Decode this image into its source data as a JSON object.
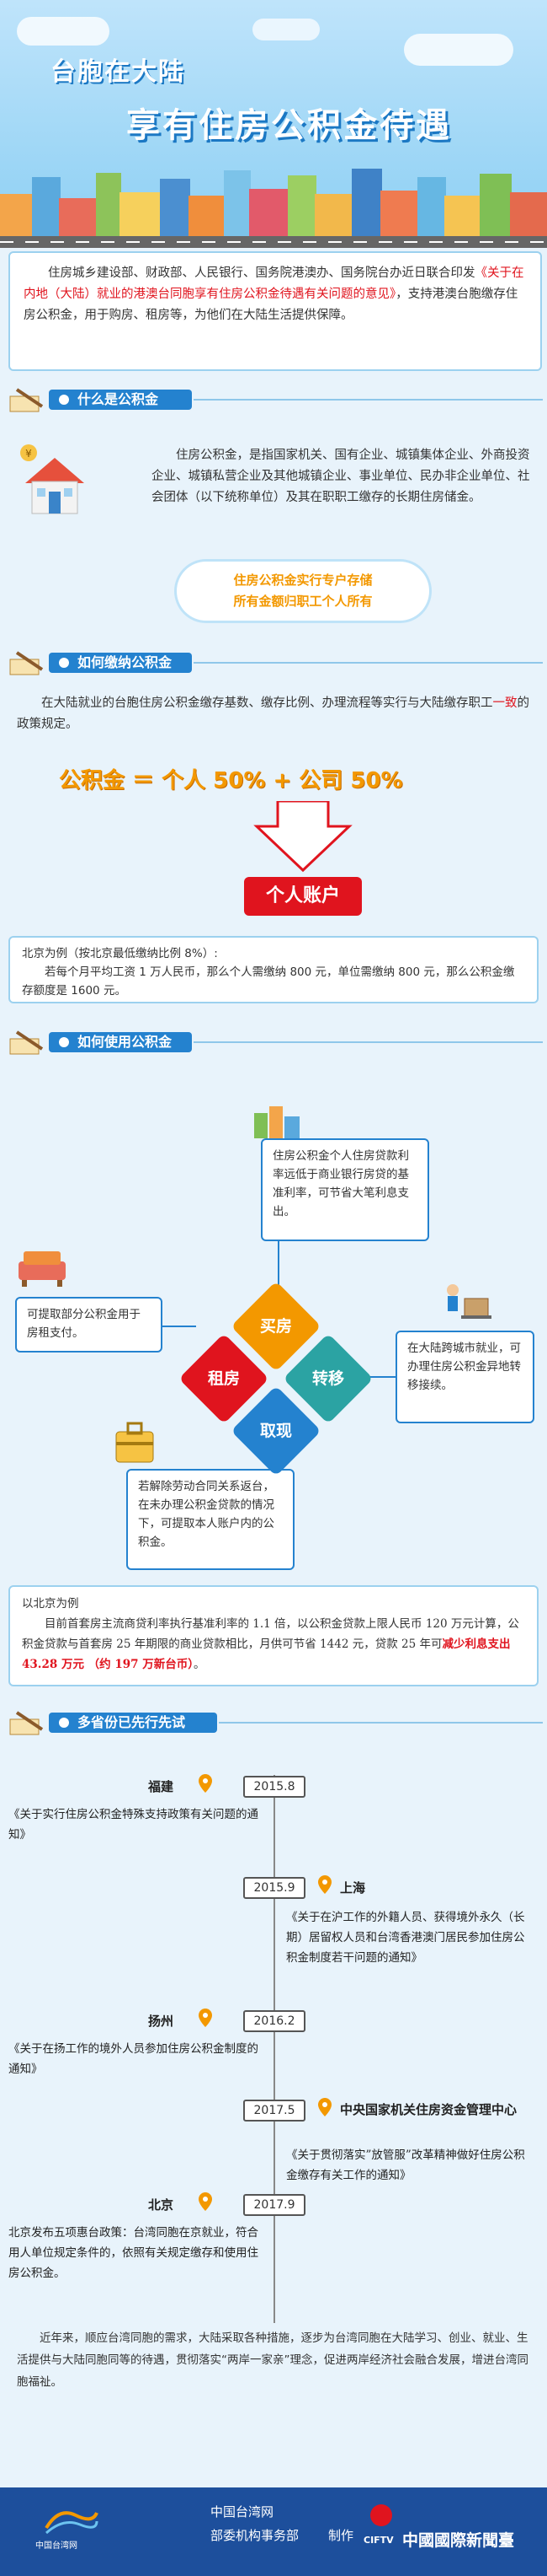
{
  "banner": {
    "title_line1": "台胞在大陆",
    "title_line2": "享有住房公积金待遇"
  },
  "intro": {
    "part1": "住房城乡建设部、财政部、人民银行、国务院港澳办、国务院台办近日联合印发",
    "part2": "《关于在内地（大陆）就业的港澳台同胞享有住房公积金待遇有关问题的意见》",
    "part3": "，支持港澳台胞缴存住房公积金，用于购房、租房等，为他们在大陆生活提供保障。"
  },
  "sec1": {
    "header": "什么是公积金",
    "body": "住房公积金，是指国家机关、国有企业、城镇集体企业、外商投资企业、城镇私营企业及其他城镇企业、事业单位、民办非企业单位、社会团体（以下统称单位）及其在职职工缴存的长期住房储金。",
    "highlight1": "住房公积金实行专户存储",
    "highlight2": "所有金额归职工个人所有"
  },
  "sec2": {
    "header": "如何缴纳公积金",
    "body_a": "在大陆就业的台胞住房公积金缴存基数、缴存比例、办理流程等实行与大陆缴存职工",
    "body_em": "一致",
    "body_b": "的政策规定。",
    "formula": "公积金 ＝ 个人 50% + 公司 50%",
    "account": "个人账户",
    "example_head": "北京为例（按北京最低缴纳比例 8%）:",
    "example_body": "若每个月平均工资 1 万人民币，那么个人需缴纳 800 元，单位需缴纳 800 元，那么公积金缴存额度是 1600 元。"
  },
  "sec3": {
    "header": "如何使用公积金",
    "buy": "买房",
    "rent": "租房",
    "transfer": "转移",
    "withdraw": "取现",
    "buy_text": "住房公积金个人住房贷款利率远低于商业银行房贷的基准利率，可节省大笔利息支出。",
    "rent_text": "可提取部分公积金用于房租支付。",
    "transfer_text": "在大陆跨城市就业，可办理住房公积金异地转移接续。",
    "withdraw_text": "若解除劳动合同关系返台，在未办理公积金贷款的情况下，可提取本人账户内的公积金。",
    "example_head": "以北京为例",
    "example_a": "目前首套房主流商贷利率执行基准利率的 1.1 倍，以公积金贷款上限人民币 120 万元计算，公积金贷款与首套房 25 年期限的商业贷款相比，月供可节省 1442 元，贷款 25 年可",
    "example_em": "减少利息支出 43.28 万元 （约 197 万新台币）",
    "example_end": "。"
  },
  "sec4": {
    "header": "多省份已先行先试",
    "items": [
      {
        "city": "福建",
        "date": "2015.8",
        "text": "《关于实行住房公积金特殊支持政策有关问题的通知》"
      },
      {
        "city": "上海",
        "date": "2015.9",
        "text": "《关于在沪工作的外籍人员、获得境外永久（长期）居留权人员和台湾香港澳门居民参加住房公积金制度若干问题的通知》"
      },
      {
        "city": "扬州",
        "date": "2016.2",
        "text": "《关于在扬工作的境外人员参加住房公积金制度的通知》"
      },
      {
        "city": "中央国家机关住房资金管理中心",
        "date": "2017.5",
        "text": "《关于贯彻落实”放管服”改革精神做好住房公积金缴存有关工作的通知》"
      },
      {
        "city": "北京",
        "date": "2017.9",
        "text": "北京发布五项惠台政策：台湾同胞在京就业，符合用人单位规定条件的，依照有关规定缴存和使用住房公积金。"
      }
    ]
  },
  "closing": "近年来，顺应台湾同胞的需求，大陆采取各种措施，逐步为台湾同胞在大陆学习、创业、就业、生活提供与大陆同胞同等的待遇，贯彻落实“两岸一家亲”理念，促进两岸经济社会融合发展，增进台湾同胞福祉。",
  "footer": {
    "logo_text": "中国台湾网",
    "org1": "中国台湾网",
    "org2": "部委机构事务部",
    "made_by": "制作",
    "brand": "中國國際新聞臺",
    "brand_logo": "CIFTV"
  },
  "colors": {
    "primary": "#2482cf",
    "red": "#e0141e",
    "orange": "#f39800"
  }
}
